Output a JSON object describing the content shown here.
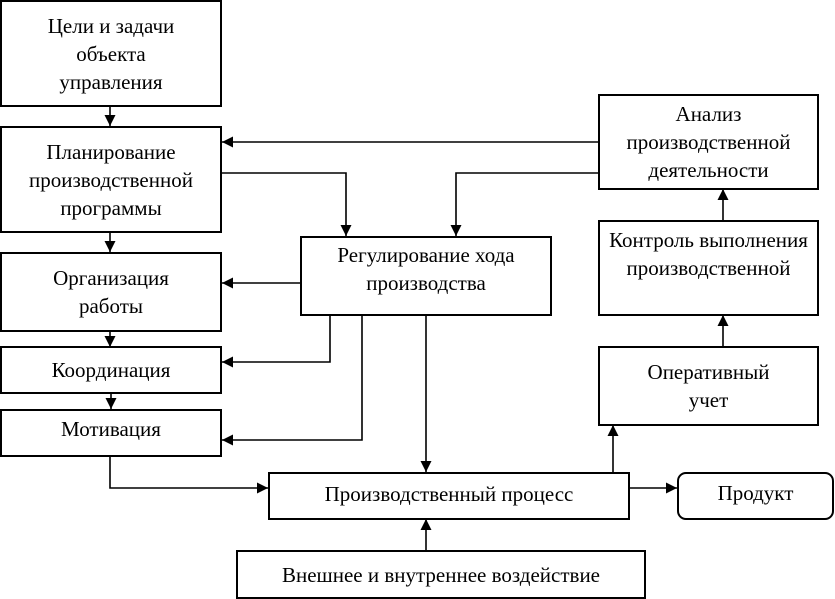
{
  "diagram": {
    "nodes": {
      "goals": "Цели и задачи объекта управления",
      "planning": "Планирование производственной программы",
      "organization": "Организация работы",
      "coordination": "Координация",
      "motivation": "Мотивация",
      "regulation": "Регулирование хода производства",
      "analysis": "Анализ производственной деятельности",
      "control": "Контроль выполнения производственной",
      "accounting": "Оперативный учет",
      "process": "Производственный процесс",
      "product": "Продукт",
      "influence": "Внешнее и внутреннее воздействие"
    },
    "edges": [
      {
        "from": "goals",
        "to": "planning"
      },
      {
        "from": "planning",
        "to": "organization"
      },
      {
        "from": "organization",
        "to": "coordination"
      },
      {
        "from": "coordination",
        "to": "motivation"
      },
      {
        "from": "motivation",
        "to": "process"
      },
      {
        "from": "planning",
        "to": "regulation"
      },
      {
        "from": "analysis",
        "to": "planning"
      },
      {
        "from": "analysis",
        "to": "regulation"
      },
      {
        "from": "regulation",
        "to": "organization"
      },
      {
        "from": "regulation",
        "to": "coordination"
      },
      {
        "from": "regulation",
        "to": "motivation"
      },
      {
        "from": "regulation",
        "to": "process"
      },
      {
        "from": "process",
        "to": "product"
      },
      {
        "from": "process",
        "to": "accounting"
      },
      {
        "from": "accounting",
        "to": "control"
      },
      {
        "from": "control",
        "to": "analysis"
      },
      {
        "from": "influence",
        "to": "process"
      }
    ]
  }
}
